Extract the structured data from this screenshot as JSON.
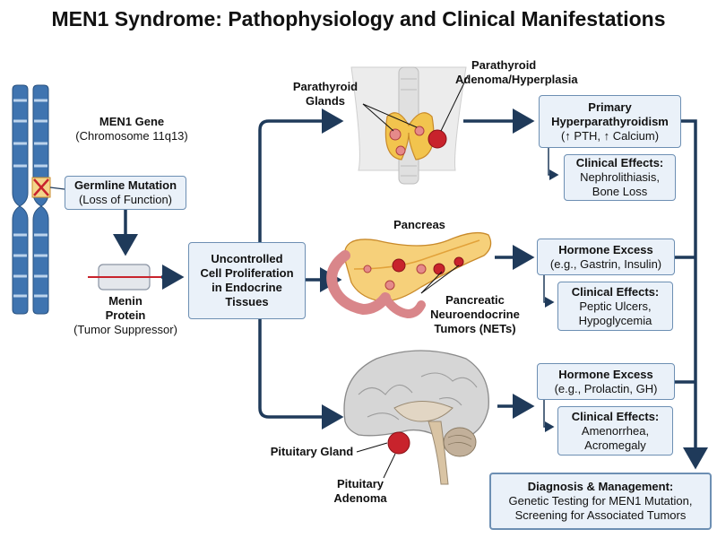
{
  "title": "MEN1 Syndrome: Pathophysiology and Clinical Manifestations",
  "gene": {
    "name": "MEN1 Gene",
    "location": "(Chromosome 11q13)"
  },
  "mutation": {
    "name": "Germline Mutation",
    "detail": "(Loss of Function)"
  },
  "menin": {
    "line1": "Menin",
    "line2": "Protein",
    "detail": "(Tumor Suppressor)"
  },
  "proliferation": {
    "line1": "Uncontrolled",
    "line2": "Cell Proliferation",
    "line3": "in Endocrine",
    "line4": "Tissues"
  },
  "parathyroid": {
    "glands_label_1": "Parathyroid",
    "glands_label_2": "Glands",
    "adenoma_label_1": "Parathyroid",
    "adenoma_label_2": "Adenoma/Hyperplasia",
    "effect_title_1": "Primary",
    "effect_title_2": "Hyperparathyroidism",
    "effect_detail": "(↑ PTH, ↑ Calcium)",
    "clinical_title": "Clinical Effects:",
    "clinical_1": "Nephrolithiasis,",
    "clinical_2": "Bone Loss"
  },
  "pancreas": {
    "label": "Pancreas",
    "tumor_label_1": "Pancreatic",
    "tumor_label_2": "Neuroendocrine",
    "tumor_label_3": "Tumors (NETs)",
    "effect_title": "Hormone Excess",
    "effect_detail": "(e.g., Gastrin, Insulin)",
    "clinical_title": "Clinical Effects:",
    "clinical_1": "Peptic Ulcers,",
    "clinical_2": "Hypoglycemia"
  },
  "pituitary": {
    "gland_label": "Pituitary Gland",
    "adenoma_label_1": "Pituitary",
    "adenoma_label_2": "Adenoma",
    "effect_title": "Hormone Excess",
    "effect_detail": "(e.g., Prolactin, GH)",
    "clinical_title": "Clinical Effects:",
    "clinical_1": "Amenorrhea,",
    "clinical_2": "Acromegaly"
  },
  "diagnosis": {
    "title": "Diagnosis & Management:",
    "line1": "Genetic Testing for MEN1 Mutation,",
    "line2": "Screening for Associated Tumors"
  },
  "colors": {
    "arrow": "#1f3a5a",
    "box_fill": "#eaf1f9",
    "box_border": "#6d8fb3",
    "chromosome": "#3f74b0",
    "tumor": "#c8232c",
    "gland": "#f2c44e"
  }
}
